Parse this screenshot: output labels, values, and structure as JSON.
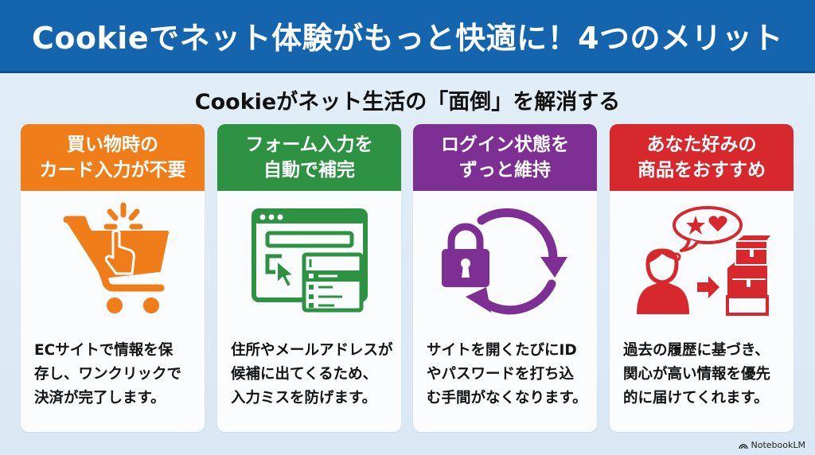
{
  "header": {
    "title": "Cookieでネット体験がもっと快適に！4つのメリット",
    "subtitle": "Cookieがネット生活の「面倒」を解消する"
  },
  "colors": {
    "title_bar": "#1464ae",
    "orange": "#ee7d1a",
    "green": "#2d9343",
    "purple": "#7e2f94",
    "red": "#d7282d",
    "background": "#e0edf7"
  },
  "cards": [
    {
      "header_lines": [
        "買い物時の",
        "カード入力が不要"
      ],
      "icon": "shopping-cart-click-icon",
      "body_lines": [
        "ECサイトで情報を保",
        "存し、ワンクリックで",
        "決済が完了します。"
      ]
    },
    {
      "header_lines": [
        "フォーム入力を",
        "自動で補完"
      ],
      "icon": "browser-form-autocomplete-icon",
      "body_lines": [
        "住所やメールアドレスが",
        "候補に出てくるため、",
        "入力ミスを防げます。"
      ]
    },
    {
      "header_lines": [
        "ログイン状態を",
        "ずっと維持"
      ],
      "icon": "padlock-refresh-icon",
      "body_lines": [
        "サイトを開くたびにID",
        "やパスワードを打ち込",
        "む手間がなくなります。"
      ]
    },
    {
      "header_lines": [
        "あなた好みの",
        "商品をおすすめ"
      ],
      "icon": "person-recommendation-boxes-icon",
      "body_lines": [
        "過去の履歴に基づき、",
        "関心が高い情報を優先",
        "的に届けてくれます。"
      ]
    }
  ],
  "watermark": {
    "label": "NotebookLM",
    "icon": "notebooklm-logo-icon"
  }
}
